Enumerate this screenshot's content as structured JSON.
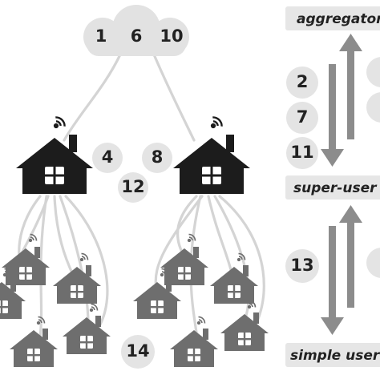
{
  "roles": {
    "aggregator": "aggregator",
    "super_user": "super-user",
    "simple_user": "simple user"
  },
  "cloud": {
    "n1": "1",
    "n2": "6",
    "n3": "10"
  },
  "badges": {
    "b2": "2",
    "b7": "7",
    "b11": "11",
    "b4": "4",
    "b8": "8",
    "b12": "12",
    "b13": "13",
    "b14": "14"
  },
  "colors": {
    "house_dark": "#1c1c1c",
    "house_light": "#6e6e6e",
    "arrow": "#8c8c8c",
    "link": "#d4d4d4",
    "badge": "#e4e4e4",
    "cloud": "#e2e2e2"
  },
  "icons": [
    "cloud-icon",
    "smart-home-icon",
    "wifi-icon",
    "up-arrow-icon",
    "down-arrow-icon"
  ]
}
